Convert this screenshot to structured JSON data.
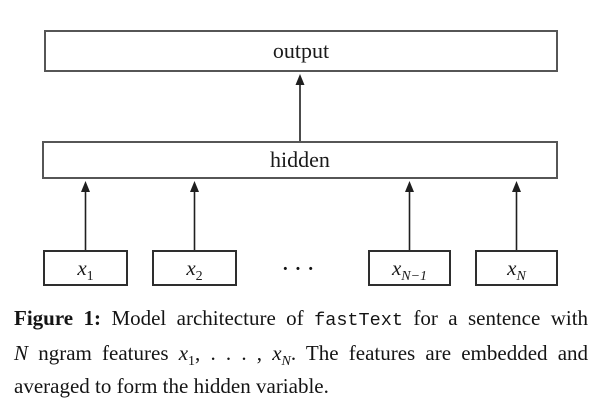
{
  "colors": {
    "background": "#ffffff",
    "ink": "#1a1a1a",
    "layer_box_border": "#565656",
    "input_box_border": "#2e2e2e"
  },
  "diagram": {
    "output_label": "output",
    "hidden_label": "hidden",
    "ellipsis": "···",
    "inputs": [
      {
        "base": "x",
        "sub": "1"
      },
      {
        "base": "x",
        "sub": "2"
      },
      {
        "base": "x",
        "sub": "N−1"
      },
      {
        "base": "x",
        "sub": "N"
      }
    ]
  },
  "caption": {
    "figure_label": "Figure 1:",
    "line1_t1": "Model architecture of",
    "line1_code": "fastText",
    "line1_t2": "for a sentence with",
    "line2_n": "N",
    "line2_t1": "ngram features",
    "line2_x1_base": "x",
    "line2_x1_sub": "1",
    "line2_dots": ", . . . ,",
    "line2_xn_base": "x",
    "line2_xn_sub": "N",
    "line2_t2": ". The features are embedded and",
    "line3": "averaged to form the hidden variable."
  }
}
